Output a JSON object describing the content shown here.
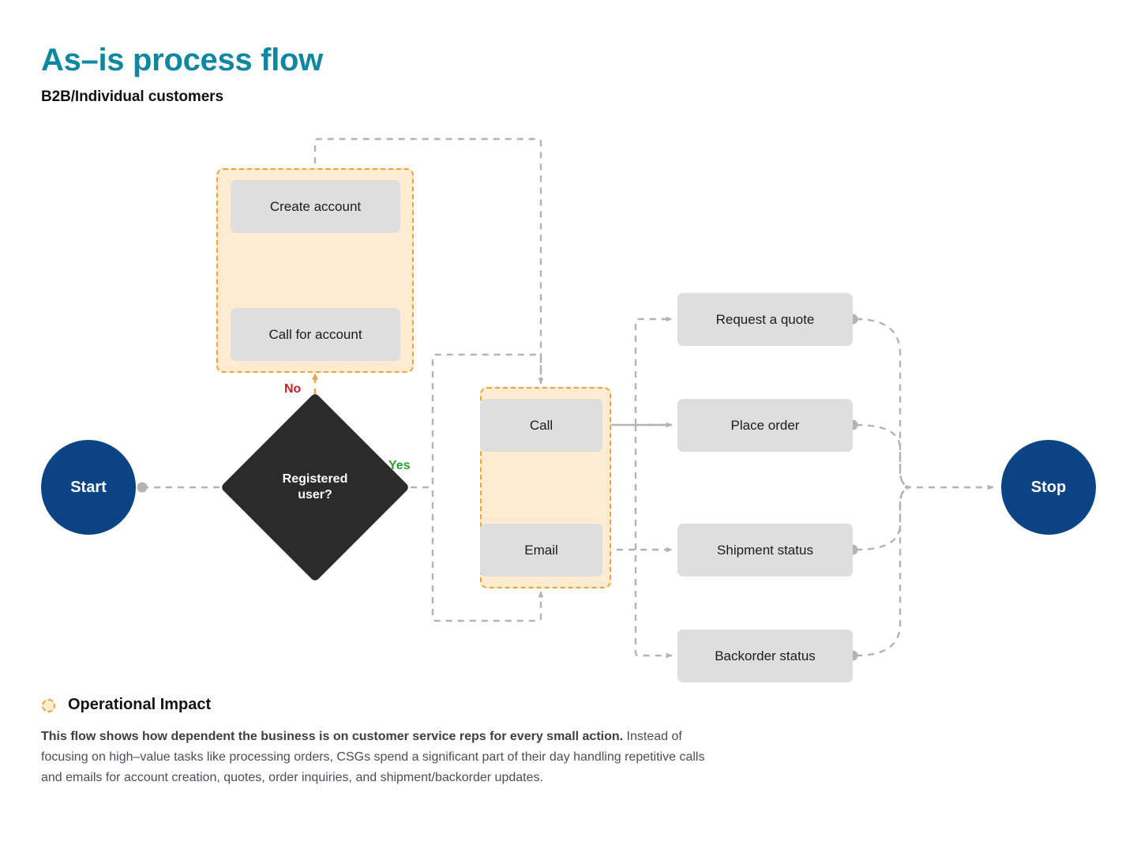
{
  "header": {
    "title": "As–is process flow",
    "subtitle": "B2B/Individual customers"
  },
  "diagram": {
    "type": "flowchart",
    "nodes": {
      "start": "Start",
      "stop": "Stop",
      "decision": "Registered\nuser?",
      "decision_line1": "Registered",
      "decision_line2": "user?",
      "create_account": "Create account",
      "call_for_account": "Call for account",
      "call": "Call",
      "email": "Email",
      "request_quote": "Request a quote",
      "place_order": "Place order",
      "shipment_status": "Shipment status",
      "backorder_status": "Backorder status"
    },
    "edge_labels": {
      "no": "No",
      "yes": "Yes"
    },
    "colors": {
      "title": "#0e87a3",
      "terminator": "#0a4484",
      "decision": "#2b2b2b",
      "process": "#dedede",
      "highlight_fill": "#fdebd2",
      "highlight_border": "#f0a23c",
      "connector": "#b3b3b3",
      "no": "#c4202c",
      "yes": "#2e9e33"
    }
  },
  "legend": {
    "marker": "operational-impact-marker",
    "title": "Operational Impact",
    "body_bold": "This flow shows how dependent the business is on customer service reps for every small action.",
    "body_rest": " Instead of focusing on high–value tasks like processing orders, CSGs spend a significant part of their day handling repetitive calls and emails for account creation, quotes, order inquiries, and shipment/backorder updates."
  }
}
